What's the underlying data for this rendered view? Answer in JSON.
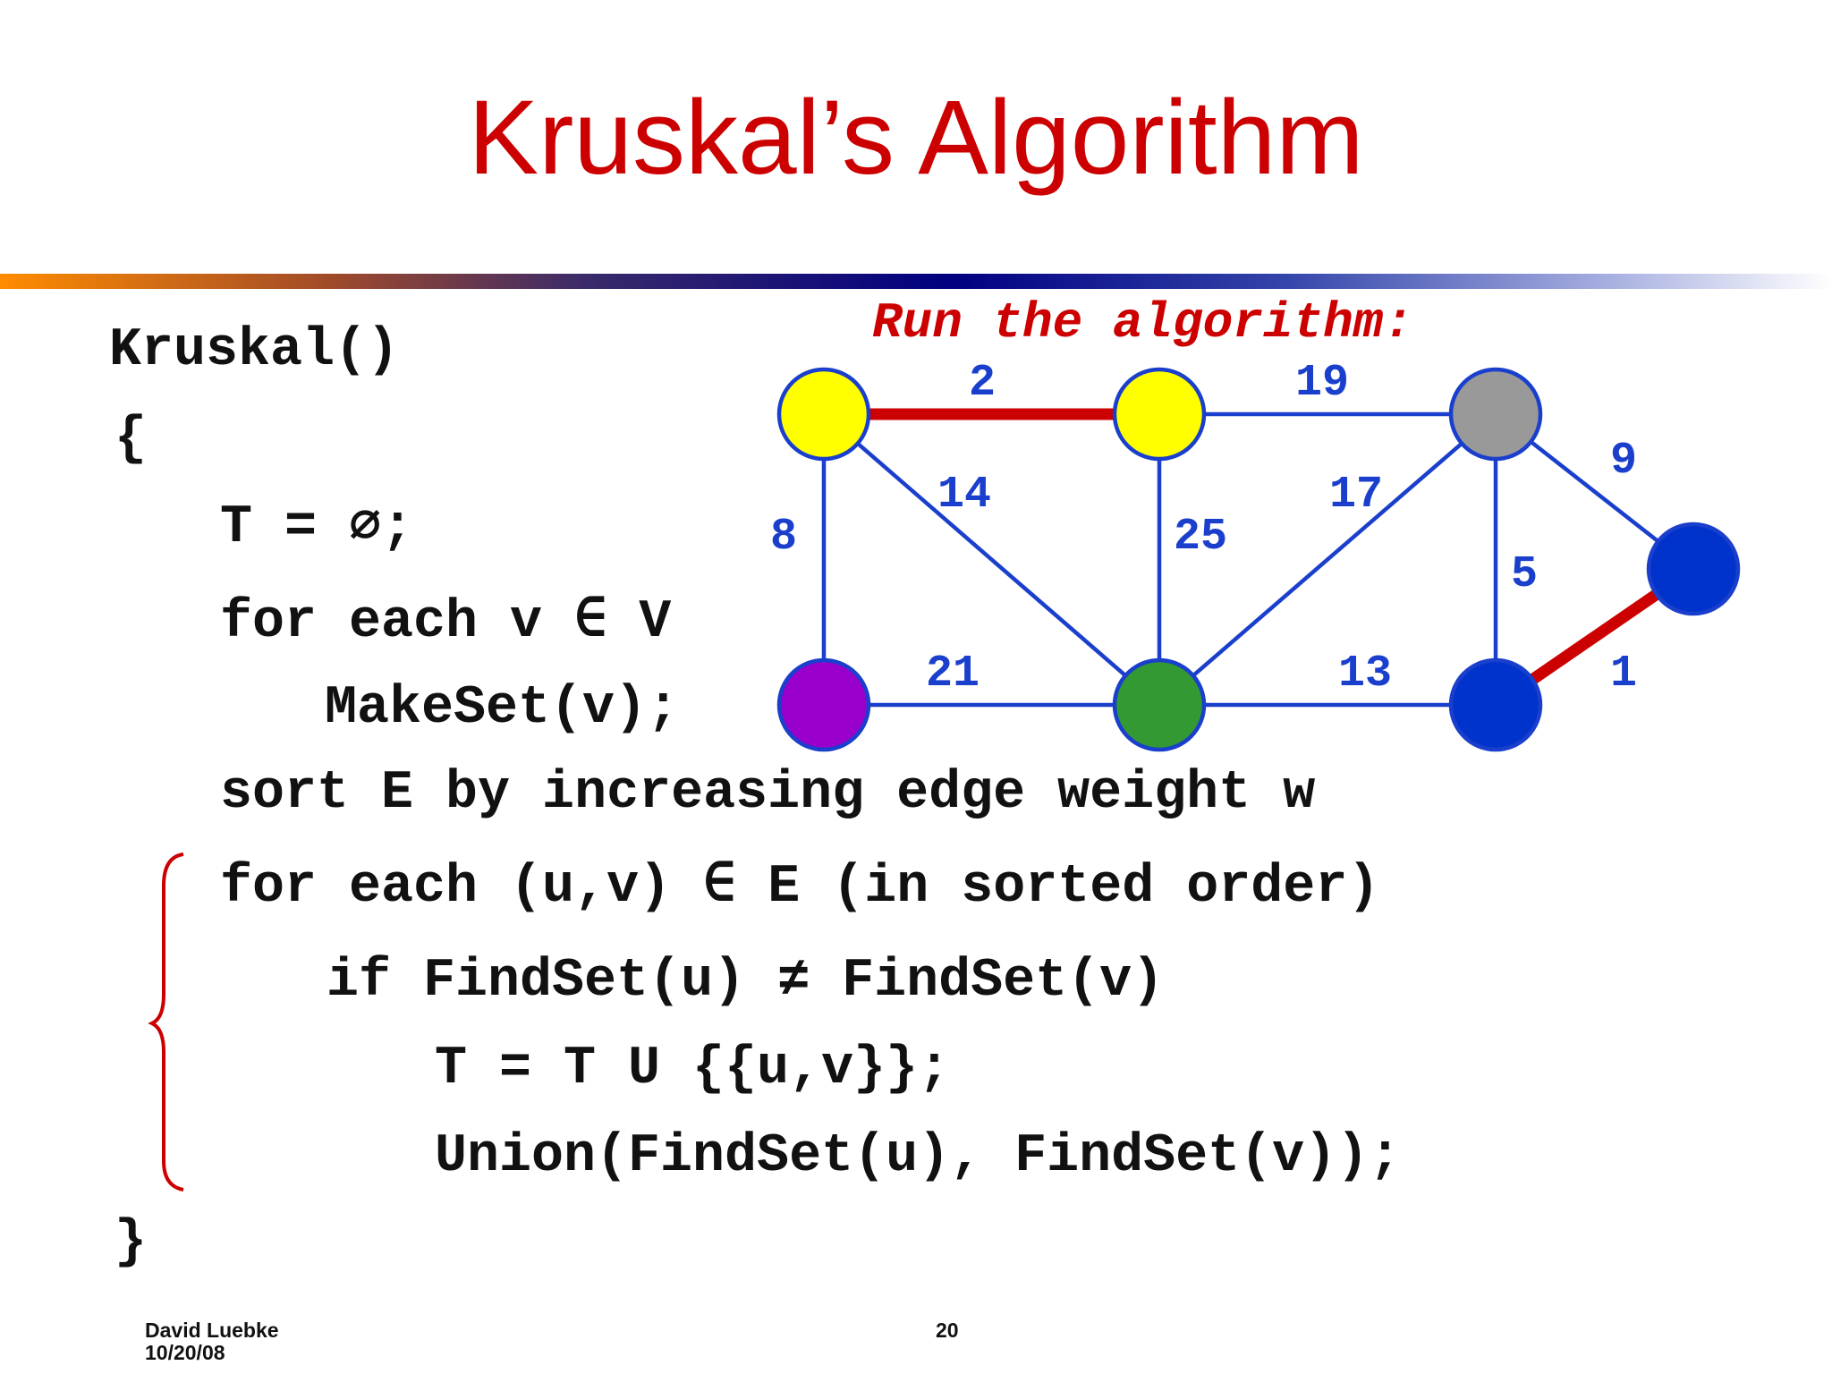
{
  "title": "Kruskal’s Algorithm",
  "annotation": "Run the algorithm:",
  "code_lines": [
    "Kruskal()",
    "{",
    "T = ∅;",
    "for each v ∈ V",
    "MakeSet(v);",
    "sort E by increasing edge weight w",
    "for each (u,v) ∈ E (in sorted order)",
    "if FindSet(u) ≠ FindSet(v)",
    "T = T U {{u,v}};",
    "Union(FindSet(u), FindSet(v));",
    "}"
  ],
  "graph": {
    "nodes": [
      {
        "id": "a",
        "color": "#ffff00"
      },
      {
        "id": "b",
        "color": "#ffff00"
      },
      {
        "id": "c",
        "color": "#999999"
      },
      {
        "id": "d",
        "color": "#0033cc"
      },
      {
        "id": "e",
        "color": "#9900cc"
      },
      {
        "id": "f",
        "color": "#339933"
      },
      {
        "id": "g",
        "color": "#0033cc"
      }
    ],
    "edges": [
      {
        "from": "a",
        "to": "b",
        "weight": "2",
        "in_tree": true
      },
      {
        "from": "b",
        "to": "c",
        "weight": "19",
        "in_tree": false
      },
      {
        "from": "a",
        "to": "e",
        "weight": "8",
        "in_tree": false
      },
      {
        "from": "a",
        "to": "f",
        "weight": "14",
        "in_tree": false
      },
      {
        "from": "b",
        "to": "f",
        "weight": "25",
        "in_tree": false
      },
      {
        "from": "c",
        "to": "f",
        "weight": "17",
        "in_tree": false
      },
      {
        "from": "c",
        "to": "g",
        "weight": "5",
        "in_tree": false
      },
      {
        "from": "c",
        "to": "d",
        "weight": "9",
        "in_tree": false
      },
      {
        "from": "e",
        "to": "f",
        "weight": "21",
        "in_tree": false
      },
      {
        "from": "f",
        "to": "g",
        "weight": "13",
        "in_tree": false
      },
      {
        "from": "g",
        "to": "d",
        "weight": "1",
        "in_tree": true
      }
    ],
    "colors": {
      "edge": "#1a3fcc",
      "tree_edge": "#cc0000",
      "weight_label": "#1a3fcc",
      "node_stroke": "#1a3fcc"
    }
  },
  "footer": {
    "author": "David Luebke",
    "date": "10/20/08",
    "page_number": "20"
  }
}
